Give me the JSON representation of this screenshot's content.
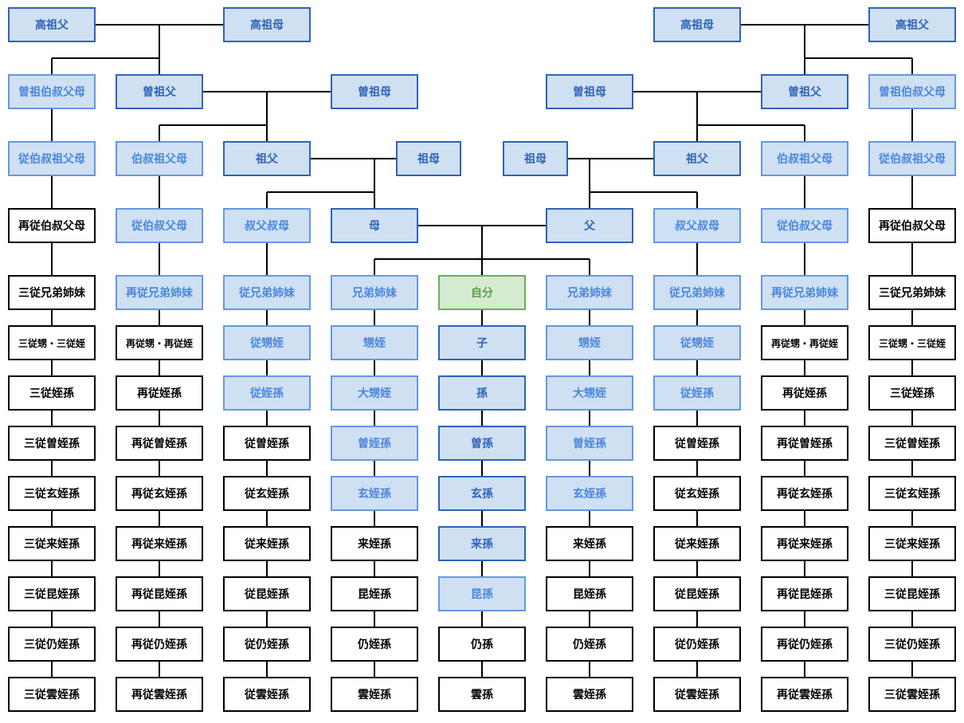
{
  "colors": {
    "direct_line": "#2e63b8",
    "collateral_blue": "#6597e0",
    "box_fill_blue": "#cfe0f3",
    "self_green": "#6aad5d",
    "self_fill": "#d6ead2",
    "plain": "#000000",
    "connector": "#000000"
  },
  "nodes": [
    {
      "id": "L-gg-f",
      "text": "高祖父",
      "style": "direct"
    },
    {
      "id": "L-gg-m",
      "text": "高祖母",
      "style": "direct"
    },
    {
      "id": "L-ggp-sib",
      "text": "曽祖伯叔父母",
      "style": "collat"
    },
    {
      "id": "L-g-f",
      "text": "曽祖父",
      "style": "direct"
    },
    {
      "id": "L-g-m",
      "text": "曽祖母",
      "style": "direct"
    },
    {
      "id": "L-r2-c0",
      "text": "従伯叔祖父母",
      "style": "collat"
    },
    {
      "id": "L-r2-c1",
      "text": "伯叔祖父母",
      "style": "collat"
    },
    {
      "id": "L-gf",
      "text": "祖父",
      "style": "direct"
    },
    {
      "id": "L-gm",
      "text": "祖母",
      "style": "direct"
    },
    {
      "id": "L-r3-c0",
      "text": "再従伯叔父母",
      "style": "plain"
    },
    {
      "id": "L-r3-c1",
      "text": "従伯叔父母",
      "style": "collat"
    },
    {
      "id": "L-r3-c2",
      "text": "叔父叔母",
      "style": "collat"
    },
    {
      "id": "mother",
      "text": "母",
      "style": "direct"
    },
    {
      "id": "R-gg-m",
      "text": "高祖母",
      "style": "direct"
    },
    {
      "id": "R-gg-f",
      "text": "高祖父",
      "style": "direct"
    },
    {
      "id": "R-g-m",
      "text": "曽祖母",
      "style": "direct"
    },
    {
      "id": "R-g-f",
      "text": "曽祖父",
      "style": "direct"
    },
    {
      "id": "R-ggp-sib",
      "text": "曽祖伯叔父母",
      "style": "collat"
    },
    {
      "id": "R-gm",
      "text": "祖母",
      "style": "direct"
    },
    {
      "id": "R-gf",
      "text": "祖父",
      "style": "direct"
    },
    {
      "id": "R-r2-c7",
      "text": "伯叔祖父母",
      "style": "collat"
    },
    {
      "id": "R-r2-c8",
      "text": "従伯叔祖父母",
      "style": "collat"
    },
    {
      "id": "father",
      "text": "父",
      "style": "direct"
    },
    {
      "id": "R-r3-c6",
      "text": "叔父叔母",
      "style": "collat"
    },
    {
      "id": "R-r3-c7",
      "text": "従伯叔父母",
      "style": "collat"
    },
    {
      "id": "R-r3-c8",
      "text": "再従伯叔父母",
      "style": "plain"
    },
    {
      "id": "c0-r4",
      "text": "三従兄弟姉妹",
      "style": "plain"
    },
    {
      "id": "c0-r5",
      "text": "三従甥・三従姪",
      "style": "plain",
      "small": true
    },
    {
      "id": "c0-r6",
      "text": "三従姪孫",
      "style": "plain"
    },
    {
      "id": "c0-r7",
      "text": "三従曽姪孫",
      "style": "plain"
    },
    {
      "id": "c0-r8",
      "text": "三従玄姪孫",
      "style": "plain"
    },
    {
      "id": "c0-r9",
      "text": "三従来姪孫",
      "style": "plain"
    },
    {
      "id": "c0-r10",
      "text": "三従昆姪孫",
      "style": "plain"
    },
    {
      "id": "c0-r11",
      "text": "三従仍姪孫",
      "style": "plain"
    },
    {
      "id": "c0-r12",
      "text": "三従雲姪孫",
      "style": "plain"
    },
    {
      "id": "c1-r4",
      "text": "再従兄弟姉妹",
      "style": "collat"
    },
    {
      "id": "c1-r5",
      "text": "再従甥・再従姪",
      "style": "plain",
      "small": true
    },
    {
      "id": "c1-r6",
      "text": "再従姪孫",
      "style": "plain"
    },
    {
      "id": "c1-r7",
      "text": "再従曽姪孫",
      "style": "plain"
    },
    {
      "id": "c1-r8",
      "text": "再従玄姪孫",
      "style": "plain"
    },
    {
      "id": "c1-r9",
      "text": "再従来姪孫",
      "style": "plain"
    },
    {
      "id": "c1-r10",
      "text": "再従昆姪孫",
      "style": "plain"
    },
    {
      "id": "c1-r11",
      "text": "再従仍姪孫",
      "style": "plain"
    },
    {
      "id": "c1-r12",
      "text": "再従雲姪孫",
      "style": "plain"
    },
    {
      "id": "c2-r4",
      "text": "従兄弟姉妹",
      "style": "collat"
    },
    {
      "id": "c2-r5",
      "text": "従甥姪",
      "style": "collat"
    },
    {
      "id": "c2-r6",
      "text": "従姪孫",
      "style": "collat"
    },
    {
      "id": "c2-r7",
      "text": "従曽姪孫",
      "style": "plain"
    },
    {
      "id": "c2-r8",
      "text": "従玄姪孫",
      "style": "plain"
    },
    {
      "id": "c2-r9",
      "text": "従来姪孫",
      "style": "plain"
    },
    {
      "id": "c2-r10",
      "text": "従昆姪孫",
      "style": "plain"
    },
    {
      "id": "c2-r11",
      "text": "従仍姪孫",
      "style": "plain"
    },
    {
      "id": "c2-r12",
      "text": "従雲姪孫",
      "style": "plain"
    },
    {
      "id": "c3-r4",
      "text": "兄弟姉妹",
      "style": "collat"
    },
    {
      "id": "c3-r5",
      "text": "甥姪",
      "style": "collat"
    },
    {
      "id": "c3-r6",
      "text": "大甥姪",
      "style": "collat"
    },
    {
      "id": "c3-r7",
      "text": "曽姪孫",
      "style": "collat"
    },
    {
      "id": "c3-r8",
      "text": "玄姪孫",
      "style": "collat"
    },
    {
      "id": "c3-r9",
      "text": "来姪孫",
      "style": "plain"
    },
    {
      "id": "c3-r10",
      "text": "昆姪孫",
      "style": "plain"
    },
    {
      "id": "c3-r11",
      "text": "仍姪孫",
      "style": "plain"
    },
    {
      "id": "c3-r12",
      "text": "雲姪孫",
      "style": "plain"
    },
    {
      "id": "self",
      "text": "自分",
      "style": "self"
    },
    {
      "id": "c4-r5",
      "text": "子",
      "style": "direct"
    },
    {
      "id": "c4-r6",
      "text": "孫",
      "style": "direct"
    },
    {
      "id": "c4-r7",
      "text": "曽孫",
      "style": "direct"
    },
    {
      "id": "c4-r8",
      "text": "玄孫",
      "style": "direct"
    },
    {
      "id": "c4-r9",
      "text": "来孫",
      "style": "direct"
    },
    {
      "id": "c4-r10",
      "text": "昆孫",
      "style": "collat"
    },
    {
      "id": "c4-r11",
      "text": "仍孫",
      "style": "plain"
    },
    {
      "id": "c4-r12",
      "text": "雲孫",
      "style": "plain"
    },
    {
      "id": "c5-r4",
      "text": "兄弟姉妹",
      "style": "collat"
    },
    {
      "id": "c5-r5",
      "text": "甥姪",
      "style": "collat"
    },
    {
      "id": "c5-r6",
      "text": "大甥姪",
      "style": "collat"
    },
    {
      "id": "c5-r7",
      "text": "曽姪孫",
      "style": "collat"
    },
    {
      "id": "c5-r8",
      "text": "玄姪孫",
      "style": "collat"
    },
    {
      "id": "c5-r9",
      "text": "来姪孫",
      "style": "plain"
    },
    {
      "id": "c5-r10",
      "text": "昆姪孫",
      "style": "plain"
    },
    {
      "id": "c5-r11",
      "text": "仍姪孫",
      "style": "plain"
    },
    {
      "id": "c5-r12",
      "text": "雲姪孫",
      "style": "plain"
    },
    {
      "id": "c6-r4",
      "text": "従兄弟姉妹",
      "style": "collat"
    },
    {
      "id": "c6-r5",
      "text": "従甥姪",
      "style": "collat"
    },
    {
      "id": "c6-r6",
      "text": "従姪孫",
      "style": "collat"
    },
    {
      "id": "c6-r7",
      "text": "従曽姪孫",
      "style": "plain"
    },
    {
      "id": "c6-r8",
      "text": "従玄姪孫",
      "style": "plain"
    },
    {
      "id": "c6-r9",
      "text": "従来姪孫",
      "style": "plain"
    },
    {
      "id": "c6-r10",
      "text": "従昆姪孫",
      "style": "plain"
    },
    {
      "id": "c6-r11",
      "text": "従仍姪孫",
      "style": "plain"
    },
    {
      "id": "c6-r12",
      "text": "従雲姪孫",
      "style": "plain"
    },
    {
      "id": "c7-r4",
      "text": "再従兄弟姉妹",
      "style": "collat"
    },
    {
      "id": "c7-r5",
      "text": "再従甥・再従姪",
      "style": "plain",
      "small": true
    },
    {
      "id": "c7-r6",
      "text": "再従姪孫",
      "style": "plain"
    },
    {
      "id": "c7-r7",
      "text": "再従曽姪孫",
      "style": "plain"
    },
    {
      "id": "c7-r8",
      "text": "再従玄姪孫",
      "style": "plain"
    },
    {
      "id": "c7-r9",
      "text": "再従来姪孫",
      "style": "plain"
    },
    {
      "id": "c7-r10",
      "text": "再従昆姪孫",
      "style": "plain"
    },
    {
      "id": "c7-r11",
      "text": "再従仍姪孫",
      "style": "plain"
    },
    {
      "id": "c7-r12",
      "text": "再従雲姪孫",
      "style": "plain"
    },
    {
      "id": "c8-r4",
      "text": "三従兄弟姉妹",
      "style": "plain"
    },
    {
      "id": "c8-r5",
      "text": "三従甥・三従姪",
      "style": "plain",
      "small": true
    },
    {
      "id": "c8-r6",
      "text": "三従姪孫",
      "style": "plain"
    },
    {
      "id": "c8-r7",
      "text": "三従曽姪孫",
      "style": "plain"
    },
    {
      "id": "c8-r8",
      "text": "三従玄姪孫",
      "style": "plain"
    },
    {
      "id": "c8-r9",
      "text": "三従来姪孫",
      "style": "plain"
    },
    {
      "id": "c8-r10",
      "text": "三従昆姪孫",
      "style": "plain"
    },
    {
      "id": "c8-r11",
      "text": "三従仍姪孫",
      "style": "plain"
    },
    {
      "id": "c8-r12",
      "text": "三従雲姪孫",
      "style": "plain"
    }
  ]
}
